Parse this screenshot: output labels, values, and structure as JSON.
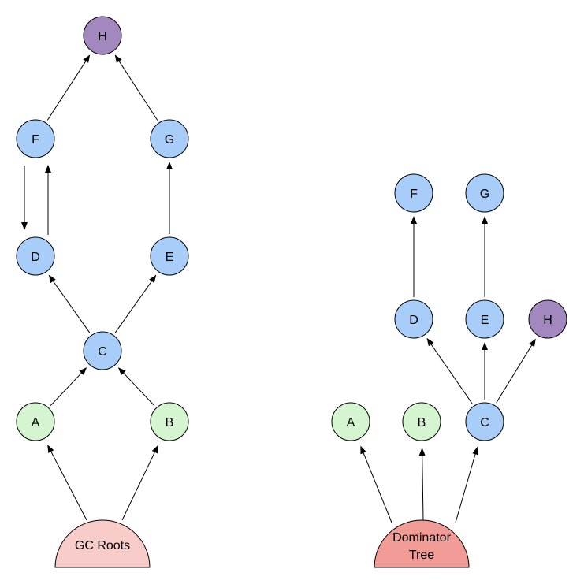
{
  "colors": {
    "blue": "#a7cdf8",
    "green": "#d5f5d0",
    "purple": "#a288be",
    "root_left": "#f8ccc8",
    "root_right": "#f19b96",
    "stroke": "#000000"
  },
  "left_graph": {
    "root_label": "GC Roots",
    "nodes": [
      {
        "id": "H",
        "label": "H",
        "color": "purple"
      },
      {
        "id": "F",
        "label": "F",
        "color": "blue"
      },
      {
        "id": "G",
        "label": "G",
        "color": "blue"
      },
      {
        "id": "D",
        "label": "D",
        "color": "blue"
      },
      {
        "id": "E",
        "label": "E",
        "color": "blue"
      },
      {
        "id": "C",
        "label": "C",
        "color": "blue"
      },
      {
        "id": "A",
        "label": "A",
        "color": "green"
      },
      {
        "id": "B",
        "label": "B",
        "color": "green"
      }
    ],
    "edges": [
      {
        "from": "root",
        "to": "A"
      },
      {
        "from": "root",
        "to": "B"
      },
      {
        "from": "A",
        "to": "C"
      },
      {
        "from": "B",
        "to": "C"
      },
      {
        "from": "C",
        "to": "D"
      },
      {
        "from": "C",
        "to": "E"
      },
      {
        "from": "D",
        "to": "F"
      },
      {
        "from": "F",
        "to": "D"
      },
      {
        "from": "E",
        "to": "G"
      },
      {
        "from": "F",
        "to": "H"
      },
      {
        "from": "G",
        "to": "H"
      }
    ]
  },
  "right_graph": {
    "root_label_line1": "Dominator",
    "root_label_line2": "Tree",
    "nodes": [
      {
        "id": "F",
        "label": "F",
        "color": "blue"
      },
      {
        "id": "G",
        "label": "G",
        "color": "blue"
      },
      {
        "id": "D",
        "label": "D",
        "color": "blue"
      },
      {
        "id": "E",
        "label": "E",
        "color": "blue"
      },
      {
        "id": "H",
        "label": "H",
        "color": "purple"
      },
      {
        "id": "A",
        "label": "A",
        "color": "green"
      },
      {
        "id": "B",
        "label": "B",
        "color": "green"
      },
      {
        "id": "C",
        "label": "C",
        "color": "blue"
      }
    ],
    "edges": [
      {
        "from": "root",
        "to": "A"
      },
      {
        "from": "root",
        "to": "B"
      },
      {
        "from": "root",
        "to": "C"
      },
      {
        "from": "C",
        "to": "D"
      },
      {
        "from": "C",
        "to": "E"
      },
      {
        "from": "C",
        "to": "H"
      },
      {
        "from": "D",
        "to": "F"
      },
      {
        "from": "E",
        "to": "G"
      }
    ]
  }
}
